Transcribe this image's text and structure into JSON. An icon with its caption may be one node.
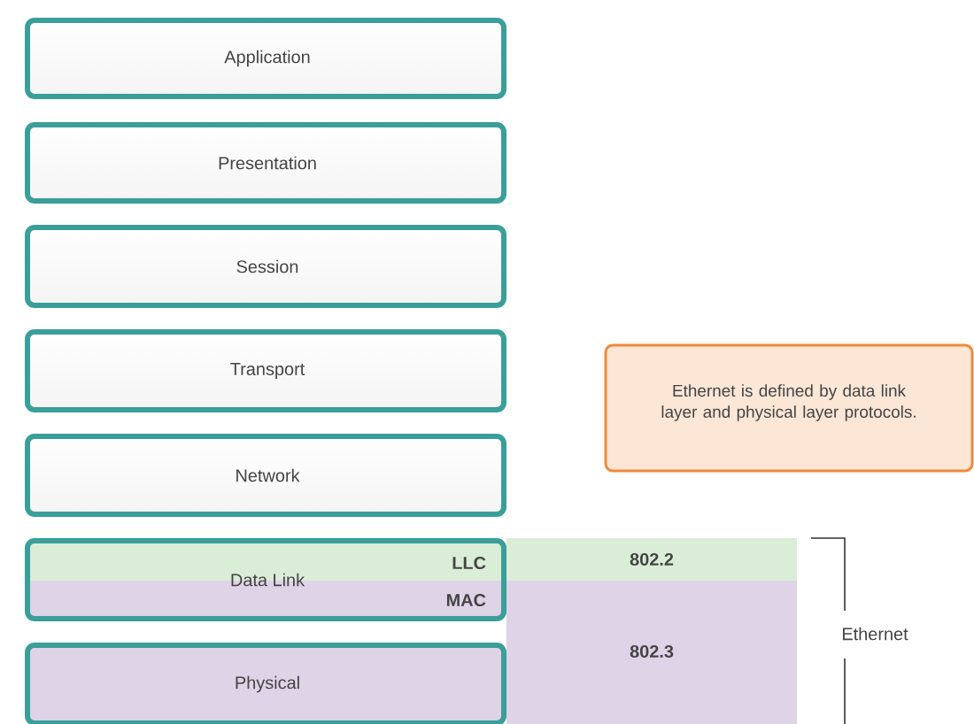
{
  "diagram": {
    "nodes": [
      {
        "text": [
          "Application"
        ]
      },
      {
        "text": [
          "Presentation"
        ]
      },
      {
        "text": [
          "Session"
        ]
      },
      {
        "text": [
          "Transport"
        ]
      },
      {
        "text": [
          "Network"
        ]
      },
      {
        "text": [
          "Data Link",
          "LLC",
          "MAC"
        ]
      },
      {
        "text": [
          "Physical"
        ]
      },
      {
        "text": [
          "Ethernet is defined by data link layer and physical layer protocols."
        ]
      },
      {
        "text": [
          "802.2"
        ]
      },
      {
        "text": [
          "802.3"
        ]
      }
    ],
    "labels": [
      "Ethernet"
    ]
  }
}
